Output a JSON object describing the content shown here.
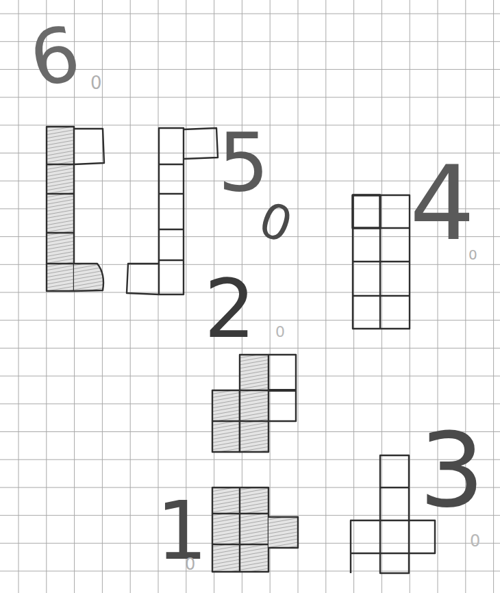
{
  "diagram": {
    "labels": [
      "6",
      "0",
      "5",
      "0",
      "4",
      "0",
      "2",
      "0",
      "3",
      "0",
      "1",
      "0"
    ]
  }
}
